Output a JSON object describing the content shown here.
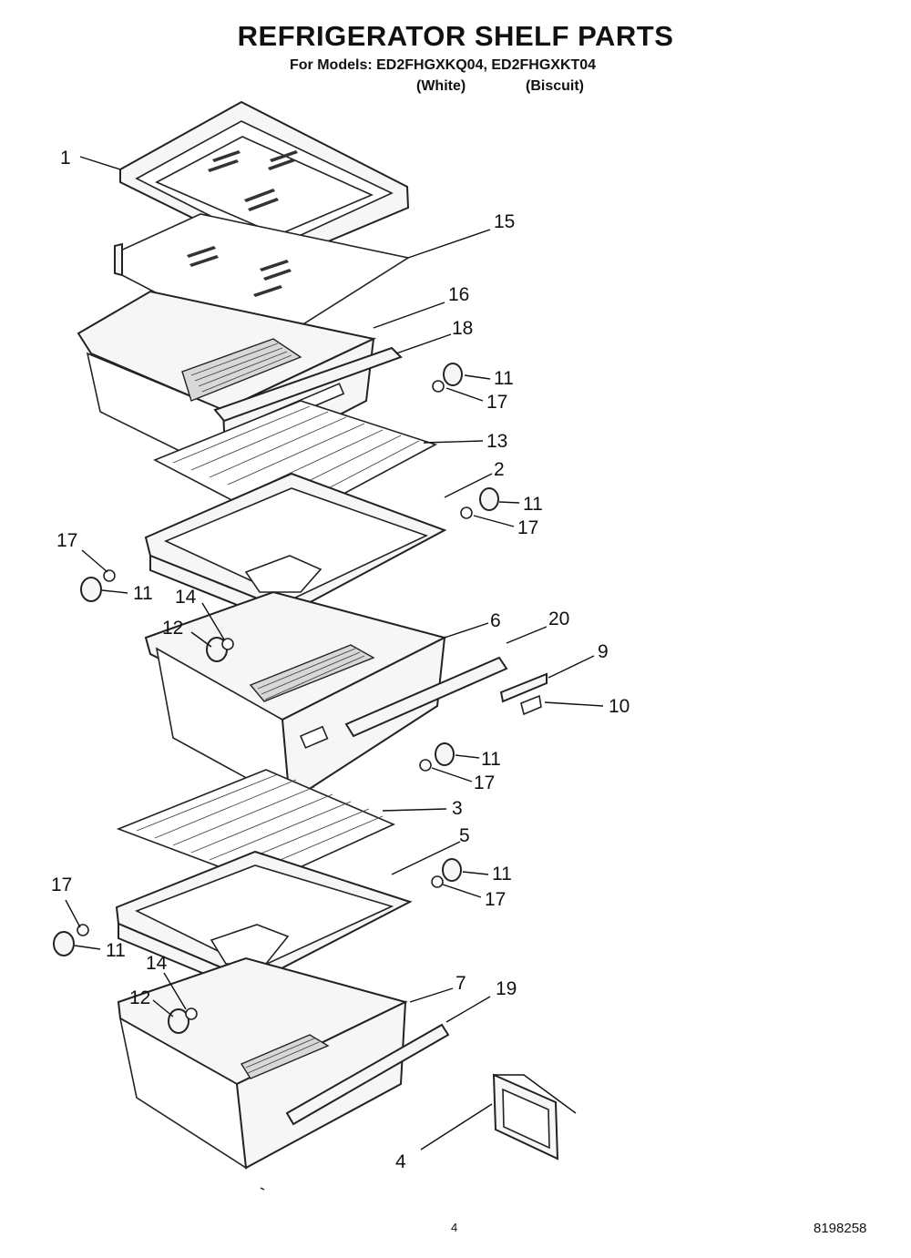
{
  "header": {
    "title": "REFRIGERATOR SHELF PARTS",
    "models": "For Models: ED2FHGXKQ04, ED2FHGXKT04",
    "variant_white": "(White)",
    "variant_biscuit": "(Biscuit)"
  },
  "callouts": [
    "1",
    "15",
    "16",
    "18",
    "11",
    "17",
    "13",
    "2",
    "11",
    "17",
    "17",
    "11",
    "14",
    "12",
    "6",
    "20",
    "9",
    "10",
    "11",
    "17",
    "3",
    "5",
    "11",
    "17",
    "17",
    "11",
    "14",
    "12",
    "7",
    "19",
    "4"
  ],
  "footer": {
    "page_number": "4",
    "document_code": "8198258"
  }
}
